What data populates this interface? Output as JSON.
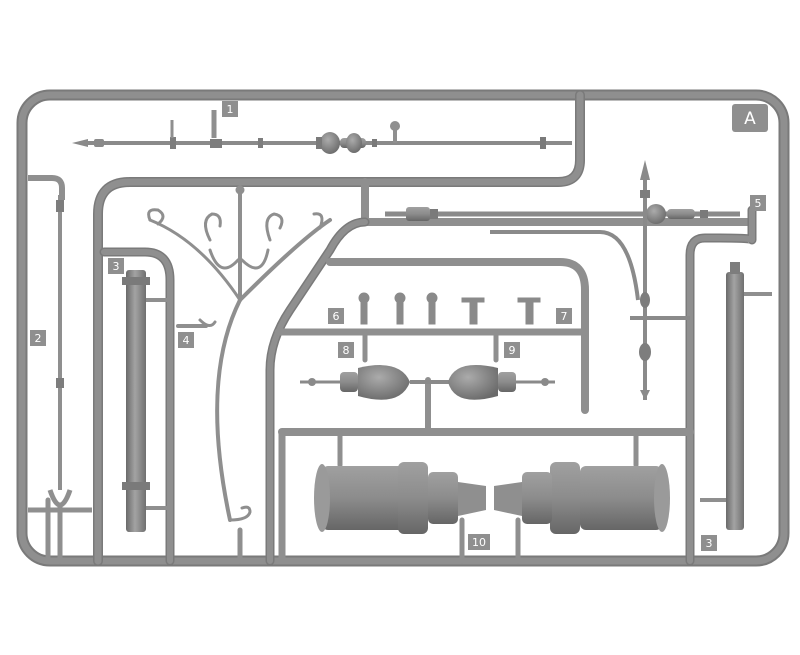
{
  "sprue": {
    "letter": "A",
    "colors": {
      "plastic": "#8f8f8f",
      "plastic_dark": "#6e6e6e",
      "plastic_light": "#aaaaaa",
      "background": "#ffffff"
    },
    "part_numbers": {
      "p1": "1",
      "p2": "2",
      "p3a": "3",
      "p3b": "3",
      "p4": "4",
      "p5": "5",
      "p6": "6",
      "p7": "7",
      "p8": "8",
      "p9": "9",
      "p10": "10"
    }
  }
}
